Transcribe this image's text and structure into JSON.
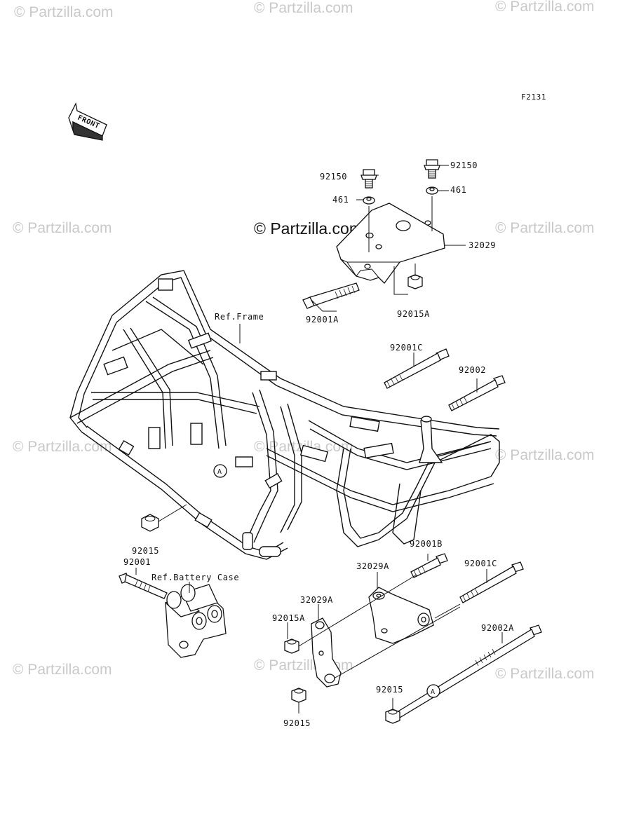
{
  "diagram_code": "F2131",
  "front_label": "FRONT",
  "watermark": "© Partzilla.com",
  "callout_letter": "A",
  "refs": {
    "frame": "Ref.Frame",
    "battery_case": "Ref.Battery Case"
  },
  "parts": {
    "p92150_left": "92150",
    "p92150_right": "92150",
    "p461_left": "461",
    "p461_right": "461",
    "p32029": "32029",
    "p92001A": "92001A",
    "p92015A_top": "92015A",
    "p92001C_top": "92001C",
    "p92002": "92002",
    "p92015_left": "92015",
    "p92001": "92001",
    "p92001B": "92001B",
    "p32029A_upper": "32029A",
    "p32029A_lower": "32029A",
    "p92001C_bottom": "92001C",
    "p92015A_bottom": "92015A",
    "p92002A": "92002A",
    "p92015_bottom_left": "92015",
    "p92015_bottom_right": "92015"
  }
}
